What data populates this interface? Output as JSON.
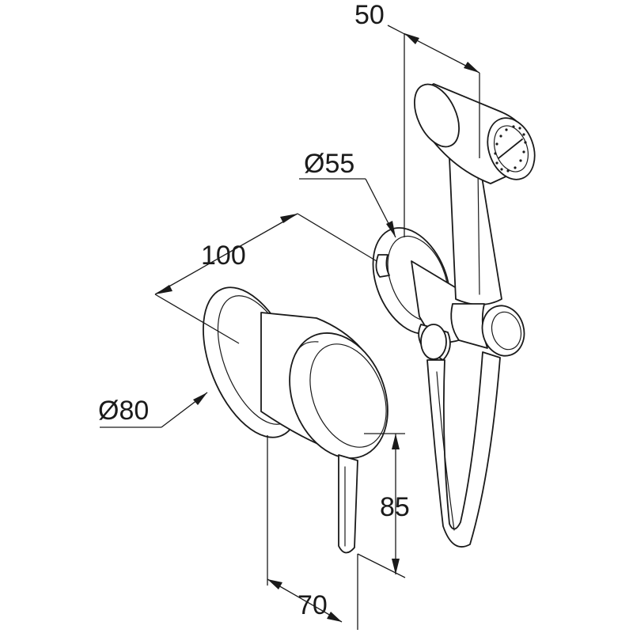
{
  "dimensions": {
    "top_width": "50",
    "holder_diameter": "Ø55",
    "body_length": "100",
    "rosette_diameter": "Ø80",
    "lever_height": "85",
    "projection": "70"
  }
}
